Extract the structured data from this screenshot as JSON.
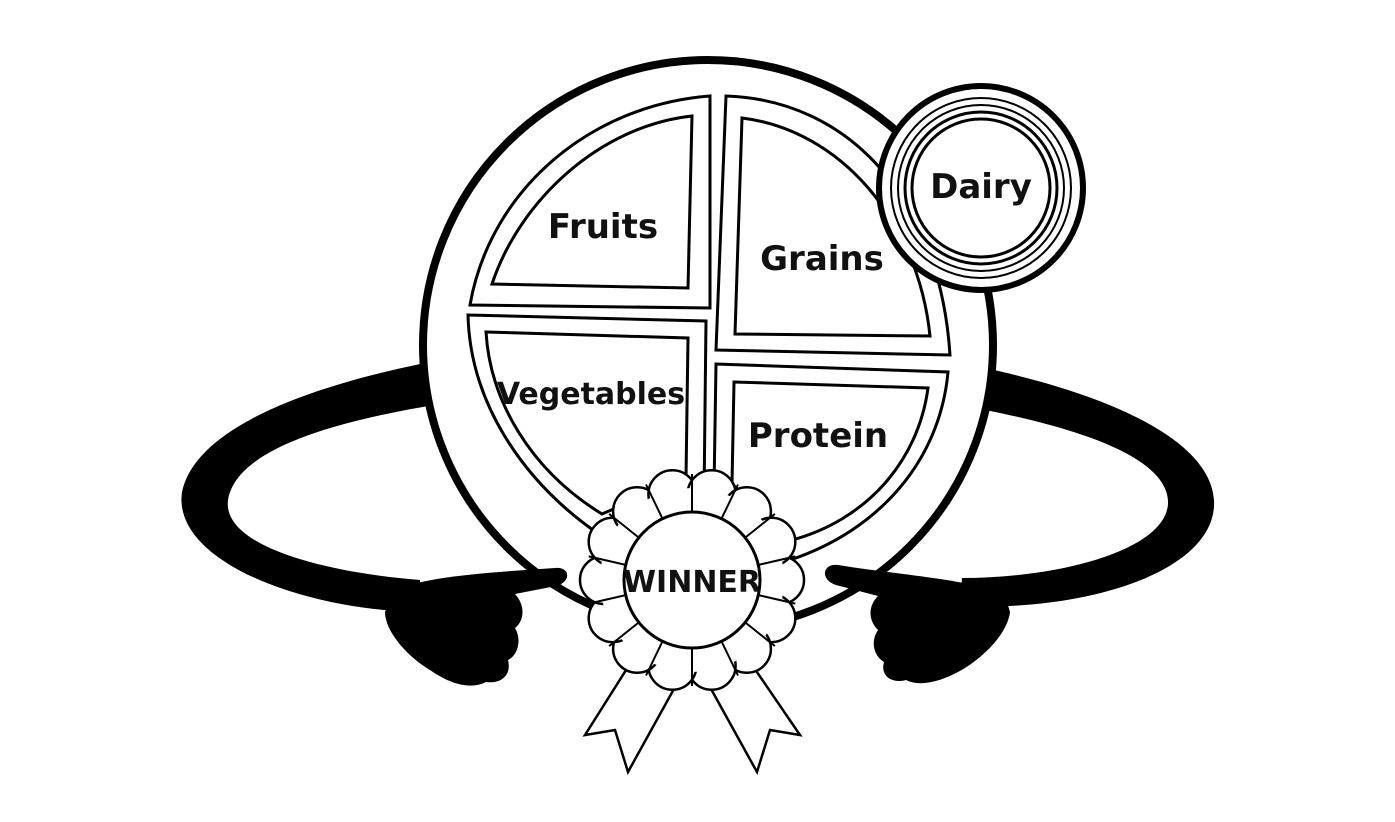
{
  "plate": {
    "sections": {
      "fruits": "Fruits",
      "grains": "Grains",
      "vegetables": "Vegetables",
      "protein": "Protein"
    },
    "dairy": "Dairy"
  },
  "ribbon": {
    "label": "WINNER"
  },
  "colors": {
    "ink": "#000000",
    "paper": "#ffffff"
  }
}
